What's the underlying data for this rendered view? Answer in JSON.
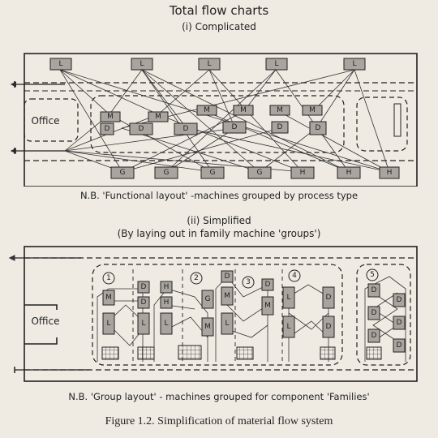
{
  "header": {
    "title": "Total flow charts",
    "sub1": "(i) Complicated",
    "sub2a": "(ii) Simplified",
    "sub2b": "(By laying out in family machine 'groups')"
  },
  "diagram1": {
    "office_label": "Office",
    "note": "N.B. 'Functional layout' -machines grouped by process type",
    "machines_L": [
      "L",
      "L",
      "L",
      "L",
      "L"
    ],
    "machines_M": [
      "M",
      "M",
      "M",
      "M",
      "M",
      "M"
    ],
    "machines_D": [
      "D",
      "D",
      "D",
      "D",
      "D",
      "D"
    ],
    "machines_G": [
      "G",
      "G",
      "G",
      "G"
    ],
    "machines_H": [
      "H",
      "H",
      "H"
    ]
  },
  "diagram2": {
    "office_label": "Office",
    "note": "N.B. 'Group layout' - machines grouped for component 'Families'",
    "group_numbers": [
      "1",
      "2",
      "3",
      "4",
      "5"
    ],
    "labels": {
      "g1": [
        "D",
        "M",
        "L",
        "D",
        "L"
      ],
      "g2": [
        "H",
        "H",
        "L",
        "G",
        "M"
      ],
      "g3": [
        "D",
        "D",
        "M",
        "M",
        "L"
      ],
      "g4": [
        "L",
        "L",
        "D",
        "D"
      ],
      "g5": [
        "D",
        "D",
        "D",
        "D",
        "D",
        "D"
      ]
    }
  },
  "caption": "Figure 1.2. Simplification of material flow system"
}
